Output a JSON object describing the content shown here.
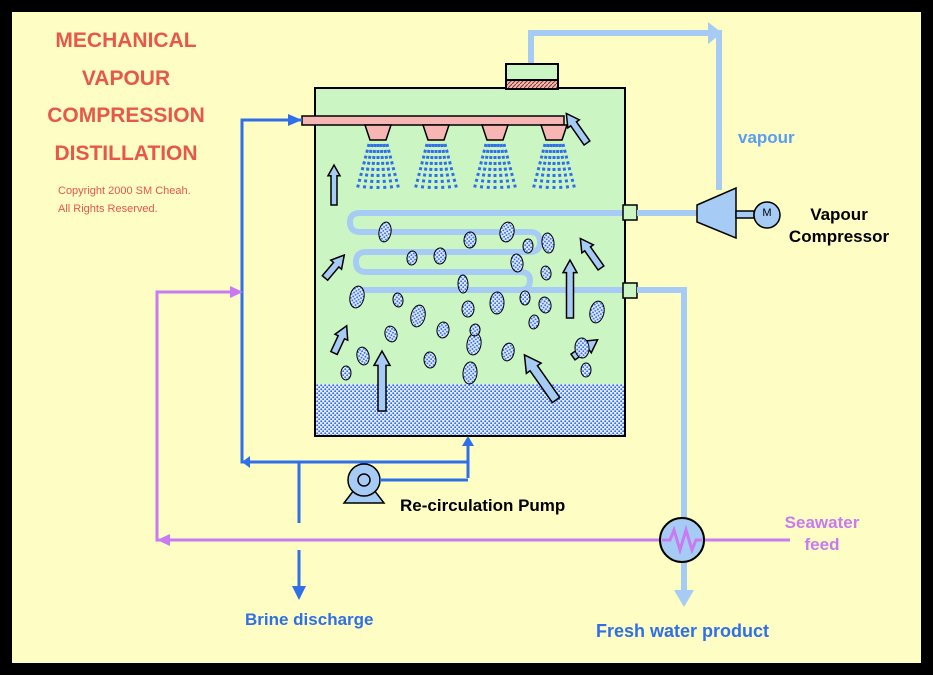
{
  "diagram": {
    "title_lines": [
      "MECHANICAL",
      "VAPOUR",
      "COMPRESSION",
      "DISTILLATION"
    ],
    "copyright_lines": [
      "Copyright 2000 SM Cheah.",
      "All Rights Reserved."
    ],
    "labels": {
      "vapour": "vapour",
      "compressor_line1": "Vapour",
      "compressor_line2": "Compressor",
      "motor": "M",
      "pump": "Re-circulation Pump",
      "seawater_line1": "Seawater",
      "seawater_line2": "feed",
      "brine": "Brine discharge",
      "fresh_water": "Fresh water product"
    },
    "colors": {
      "background": "#fdfdc4",
      "frame": "#000000",
      "title": "#e8584a",
      "vessel_fill": "#ccf5c4",
      "vapour_pipe": "#a6ccf5",
      "brine_line": "#2f6fea",
      "seawater_line": "#c97af0",
      "nozzle": "#f6b7b4",
      "label_blue": "#2f6fea",
      "label_light_blue": "#5a9cf5",
      "label_purple": "#c97af0"
    }
  }
}
